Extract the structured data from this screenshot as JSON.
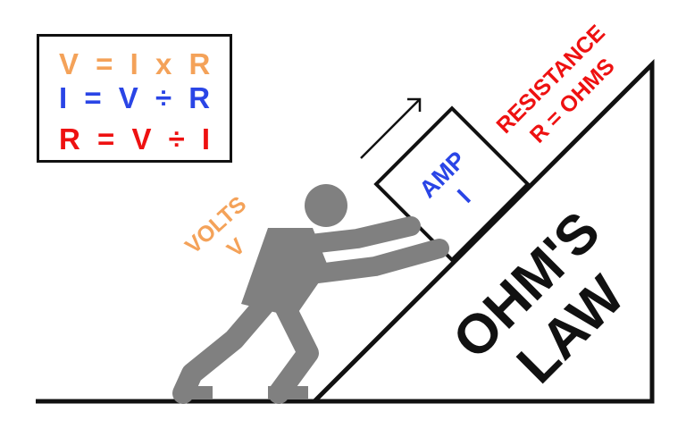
{
  "formulas": {
    "line1": "V = I x R",
    "line2": "I = V ÷ R",
    "line3": "R = V ÷ I"
  },
  "labels": {
    "volts_word": "VOLTS",
    "volts_symbol": "V",
    "amp_word": "AMP",
    "amp_symbol": "I",
    "resistance_word": "RESISTANCE",
    "resistance_formula": "R = OHMS",
    "title_line1": "OHM'S",
    "title_line2": "LAW"
  },
  "colors": {
    "volts": "#f4a259",
    "current": "#2a45e6",
    "resistance": "#ee1111",
    "figure": "#808080",
    "ink": "#111111"
  }
}
